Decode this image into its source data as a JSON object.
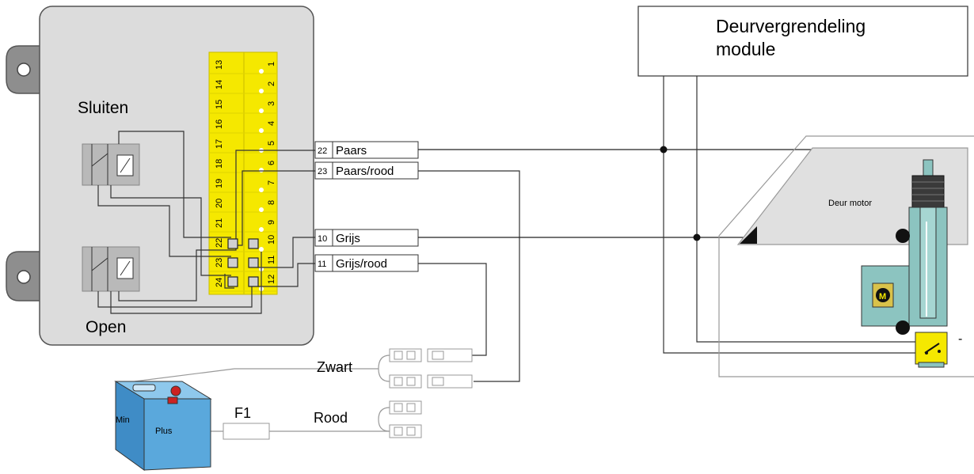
{
  "relay_box": {
    "close_label": "Sluiten",
    "open_label": "Open",
    "pins_left": [
      "13",
      "14",
      "15",
      "16",
      "17",
      "18",
      "19",
      "20",
      "21",
      "22",
      "23",
      "24"
    ],
    "pins_right": [
      "1",
      "2",
      "3",
      "4",
      "5",
      "6",
      "7",
      "8",
      "9",
      "10",
      "11",
      "12"
    ]
  },
  "wires": [
    {
      "num": "22",
      "color": "Paars"
    },
    {
      "num": "23",
      "color": "Paars/rood"
    },
    {
      "num": "10",
      "color": "Grijs"
    },
    {
      "num": "11",
      "color": "Grijs/rood"
    }
  ],
  "module": {
    "title_line1": "Deurvergrendeling",
    "title_line2": "module"
  },
  "door": {
    "motor_label": "Deur motor",
    "motor_symbol": "M",
    "ground_symbol": "-"
  },
  "power": {
    "ground_wire": "Zwart",
    "plus_wire": "Rood",
    "fuse": "F1",
    "battery_minus": "Min",
    "battery_plus": "Plus"
  },
  "colors": {
    "connector_yellow": "#f5e800",
    "box_grey": "#dcdcdc",
    "relay_grey": "#b9b9b9",
    "motor_teal": "#8cc4c0",
    "battery_blue": "#5aa8dc"
  }
}
